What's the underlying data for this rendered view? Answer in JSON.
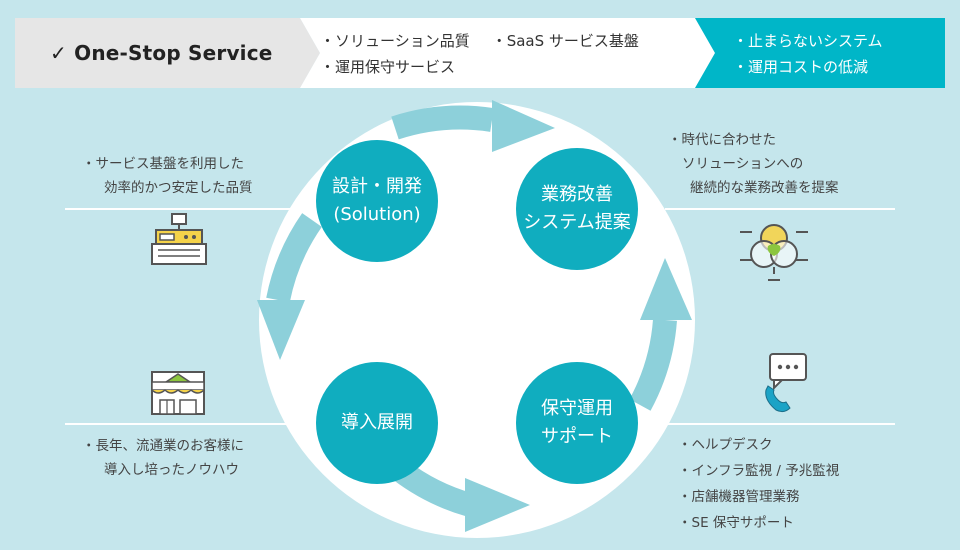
{
  "colors": {
    "background": "#c5e6ec",
    "banner_gray": "#e6e6e6",
    "banner_white": "#ffffff",
    "accent_teal": "#00b6c8",
    "node_teal": "#10adbf",
    "arrow_light": "#8dd0da"
  },
  "banner": {
    "title": "One-Stop Service",
    "check_icon": "check-icon",
    "middle": {
      "item1": "・ソリューション品質",
      "item2": "・SaaS サービス基盤",
      "item3": "・運用保守サービス"
    },
    "right": {
      "item1": "・止まらないシステム",
      "item2": "・運用コストの低減"
    }
  },
  "cycle": {
    "design": {
      "line1": "設計・開発",
      "line2": "(Solution)"
    },
    "improve": {
      "line1": "業務改善",
      "line2": "システム提案"
    },
    "deploy": {
      "line1": "導入展開"
    },
    "maintain": {
      "line1": "保守運用",
      "line2": "サポート"
    }
  },
  "notes": {
    "top_left": {
      "line1": "・サービス基盤を利用した",
      "line2": "効率的かつ安定した品質"
    },
    "top_right": {
      "line1": "・時代に合わせた",
      "line2": "ソリューションへの",
      "line3": "継続的な業務改善を提案"
    },
    "bottom_left": {
      "line1": "・長年、流通業のお客様に",
      "line2": "導入し培ったノウハウ"
    },
    "bottom_right": {
      "item1": "・ヘルプデスク",
      "item2": "・インフラ監視 / 予兆監視",
      "item3": "・店舗機器管理業務",
      "item4": "・SE 保守サポート"
    }
  },
  "icons": {
    "register": "cash-register-icon",
    "venn": "venn-diagram-icon",
    "store": "store-front-icon",
    "phone": "phone-chat-icon"
  }
}
